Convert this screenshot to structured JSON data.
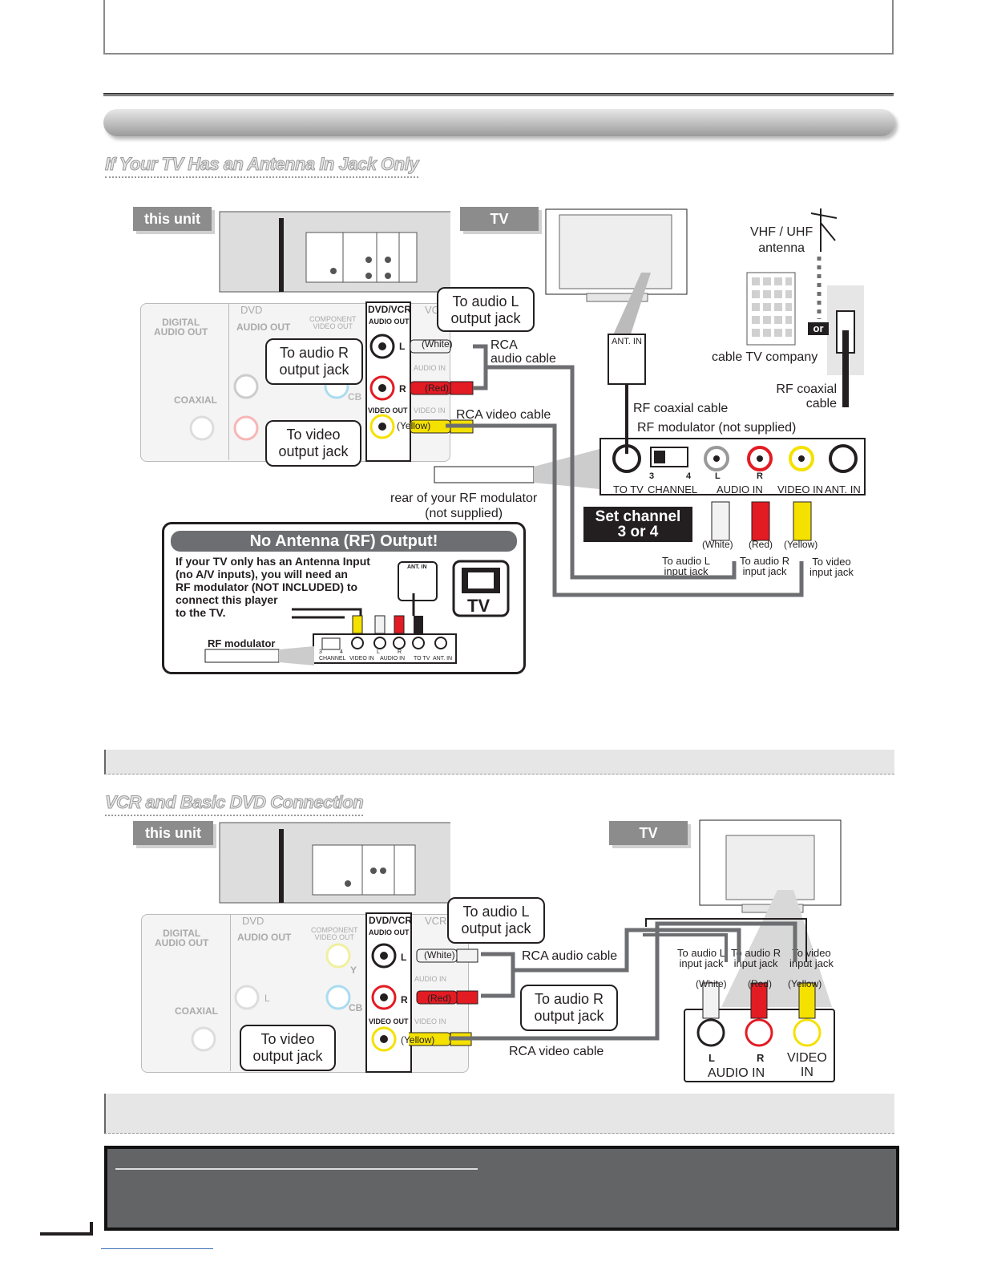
{
  "section1": {
    "title": "If Your TV Has an Antenna In Jack Only",
    "this_unit": "this unit",
    "tv": "TV",
    "antenna": [
      "VHF / UHF",
      "antenna"
    ],
    "or": "or",
    "cable_company": "cable TV company",
    "rf_coaxial_cable_right": [
      "RF coaxial",
      "cable"
    ],
    "rf_coaxial_cable": "RF coaxial cable",
    "rf_modulator": "RF modulator (not supplied)",
    "ant_in": "ANT. IN",
    "rca_audio_cable": [
      "RCA",
      "audio cable"
    ],
    "rca_video_cable": "RCA video cable",
    "to_audio_l_output": [
      "To audio L",
      "output jack"
    ],
    "to_audio_r_output": [
      "To audio R",
      "output jack"
    ],
    "to_video_output": [
      "To video",
      "output jack"
    ],
    "white": "(White)",
    "red": "(Red)",
    "yellow": "(Yellow)",
    "rear_rf": [
      "rear of your RF modulator",
      "(not supplied)"
    ],
    "set_channel": [
      "Set channel",
      "3 or 4"
    ],
    "to_audio_l_input": [
      "To audio L",
      "input jack"
    ],
    "to_audio_r_input": [
      "To audio R",
      "input jack"
    ],
    "to_video_input": [
      "To video",
      "input jack"
    ],
    "mod_labels": {
      "ch3": "3",
      "ch4": "4",
      "l": "L",
      "r": "R",
      "to_tv": "TO TV",
      "channel": "CHANNEL",
      "audio_in": "AUDIO IN",
      "video_in": "VIDEO IN",
      "ant_in": "ANT. IN"
    },
    "panel_labels": {
      "dvd": "DVD",
      "dvdvcr": "DVD/VCR",
      "vcr": "VC",
      "digital_audio_out": [
        "DIGITAL",
        "AUDIO OUT"
      ],
      "audio_out": "AUDIO OUT",
      "component": [
        "COMPONENT",
        "VIDEO OUT"
      ],
      "coaxial": "COAXIAL",
      "audio_out2": "AUDIO OUT",
      "l": "L",
      "r": "R",
      "audio_in": "AUDIO IN",
      "video_out": "VIDEO OUT",
      "video_in": "VIDEO IN",
      "cb": "CB"
    }
  },
  "no_antenna": {
    "title": "No Antenna (RF) Output!",
    "text": [
      "If your TV only has an Antenna Input",
      "(no A/V inputs), you will need an",
      "RF modulator (NOT INCLUDED) to",
      "connect this player",
      "to the TV."
    ],
    "tv": "TV",
    "ant_in": "ANT. IN",
    "rf_modulator": "RF modulator",
    "mod_labels": {
      "ch3": "3",
      "ch4": "4",
      "channel": "CHANNEL",
      "video_in": "VIDEO IN",
      "l": "L",
      "r": "R",
      "audio_in": "AUDIO IN",
      "to_tv": "TO TV",
      "ant_in": "ANT. IN"
    }
  },
  "section2": {
    "title": "VCR and Basic DVD Connection",
    "this_unit": "this unit",
    "tv": "TV",
    "to_audio_l_output": [
      "To audio L",
      "output jack"
    ],
    "to_audio_r_output": [
      "To audio R",
      "output jack"
    ],
    "to_video_output": [
      "To video",
      "output jack"
    ],
    "rca_audio_cable": "RCA audio cable",
    "rca_video_cable": "RCA video cable",
    "white": "(White)",
    "red": "(Red)",
    "yellow": "(Yellow)",
    "to_audio_l_input": [
      "To audio L",
      "input jack"
    ],
    "to_audio_r_input": [
      "To audio R",
      "input jack"
    ],
    "to_video_input": [
      "To video",
      "input jack"
    ],
    "tv_jacks": {
      "l": "L",
      "r": "R",
      "audio_in": "AUDIO IN",
      "video_in": [
        "VIDEO",
        "IN"
      ]
    },
    "panel_labels": {
      "dvd": "DVD",
      "dvdvcr": "DVD/VCR",
      "vcr": "VCR",
      "digital_audio_out": [
        "DIGITAL",
        "AUDIO OUT"
      ],
      "audio_out": "AUDIO OUT",
      "component": [
        "COMPONENT",
        "VIDEO OUT"
      ],
      "coaxial": "COAXIAL",
      "audio_out2": "AUDIO OUT",
      "l": "L",
      "r": "R",
      "y": "Y",
      "cb": "CB",
      "audio_in": "AUDIO IN",
      "video_out": "VIDEO OUT",
      "video_in": "VIDEO IN"
    }
  },
  "colors": {
    "white_plug": "#f2f2f2",
    "red_plug": "#e31b23",
    "yellow_plug": "#f5e100",
    "cable": "#6d6e71",
    "tag": "#8c8c8c"
  }
}
